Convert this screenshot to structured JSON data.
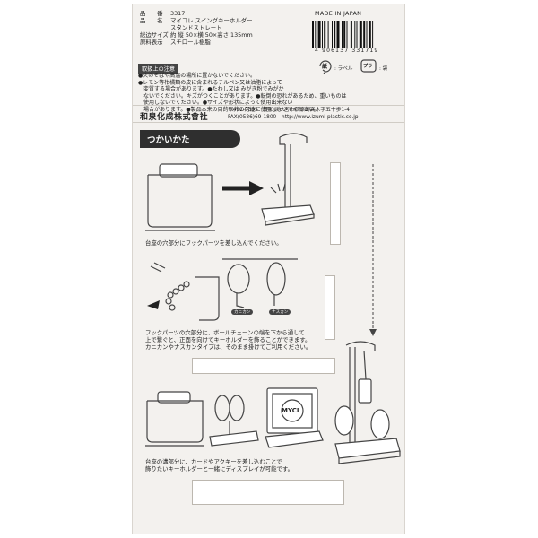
{
  "spec": {
    "rows": [
      {
        "label": "品　　番",
        "value": "3317"
      },
      {
        "label": "品　　名",
        "value": "マイコレ スイングキーホルダー"
      },
      {
        "label": "",
        "value": "スタンドストレート"
      },
      {
        "label": "総边サイズ",
        "value": "約 縦 50×横 50×高さ 135mm"
      },
      {
        "label": "原料表示",
        "value": "スチロール樹脂"
      }
    ],
    "made_in": "MADE IN JAPAN",
    "barcode_number": "4 906137 331719",
    "recycle_paper": "紙",
    "recycle_paper_label": ": ラベル",
    "recycle_plastic": "プラ",
    "recycle_plastic_label": ": 袋"
  },
  "warnings": {
    "heading": "取扱上の注意",
    "lines": [
      "●火のそばや高温の場所に置かないでください。",
      "●レモン等柑橘類の皮に含まれるテルペン又は油脂によって",
      "　変質する場合があります。●たわし又は みがき粉でみがか",
      "　ないでください。キズがつくことがあります。●転倒の恐れがあるため、重いものは",
      "　使用しないでください。●サイズや形状によって使用出来ない",
      "　場合があります。●製品本来の目的以外の用途に使用しないでください。"
    ]
  },
  "company": {
    "name": "和泉化成株式會社",
    "address_line1": "〒491-0395　愛知県一宮市萩原町高木字五十歩1-4",
    "address_line2": "FAX(0586)69-1800　http://www.izumi-plastic.co.jp"
  },
  "howto": {
    "title": "つかいかた",
    "step1": "台座の穴部分にフックパーツを差し込んでください。",
    "step2_lines": [
      "フックパーツの穴部分に、ボールチェーンの端を下から通して",
      "上で繋ぐと、正面を向けてキーホルダーを飾ることができます。",
      "カニカンやナスカンタイプは、そのまま掛けてご利用ください。"
    ],
    "tag_kanikan": "カニカン",
    "tag_nasukan": "ナスカン",
    "step3_lines": [
      "台座の溝部分に、カードやアクキーを差し込むことで",
      "飾りたいキーホルダーと一緒にディスプレイが可能です。"
    ],
    "card_text": "MYCL"
  },
  "colors": {
    "card_bg": "#f3f1ee",
    "ink": "#222222",
    "heading_bg": "#2f2f2f"
  }
}
